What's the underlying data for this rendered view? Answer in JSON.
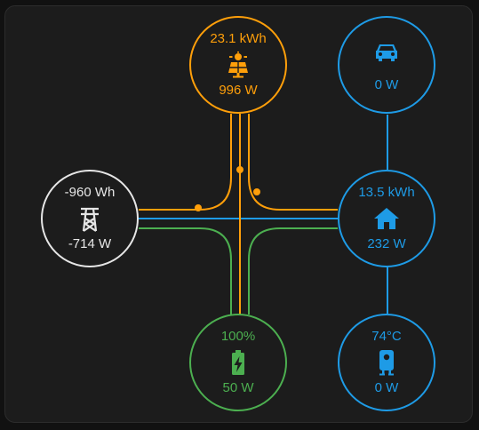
{
  "colors": {
    "solar": "#ff9f0a",
    "grid": "#e6e6e6",
    "home": "#1e9be6",
    "battery": "#4caf50",
    "background": "#1c1c1c"
  },
  "solar": {
    "energy": "23.1 kWh",
    "power": "996 W",
    "icon": "solar-panel-icon"
  },
  "car": {
    "power": "0 W",
    "icon": "car-icon"
  },
  "grid": {
    "energy": "-960 Wh",
    "power": "-714 W",
    "icon": "transmission-tower-icon"
  },
  "home": {
    "energy": "13.5 kWh",
    "power": "232 W",
    "icon": "home-icon"
  },
  "battery": {
    "level": "100%",
    "power": "50 W",
    "icon": "battery-charging-icon"
  },
  "boiler": {
    "temperature": "74°C",
    "power": "0 W",
    "icon": "water-boiler-icon"
  }
}
